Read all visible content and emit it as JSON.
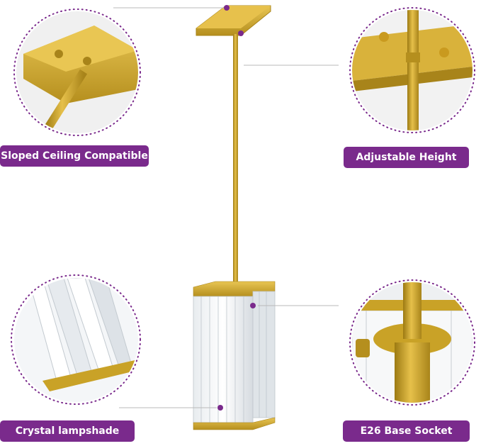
{
  "accent_color": "#7a2a8c",
  "gold_color": "#c9a227",
  "callouts": {
    "top_left": {
      "label": "Sloped Ceiling Compatible",
      "icon": "ceiling-canopy-closeup"
    },
    "top_right": {
      "label": "Adjustable Height",
      "icon": "rod-joint-closeup"
    },
    "bottom_left": {
      "label": "Crystal lampshade",
      "icon": "crystal-prism-closeup"
    },
    "bottom_right": {
      "label": "E26 Base Socket",
      "icon": "socket-closeup"
    }
  }
}
